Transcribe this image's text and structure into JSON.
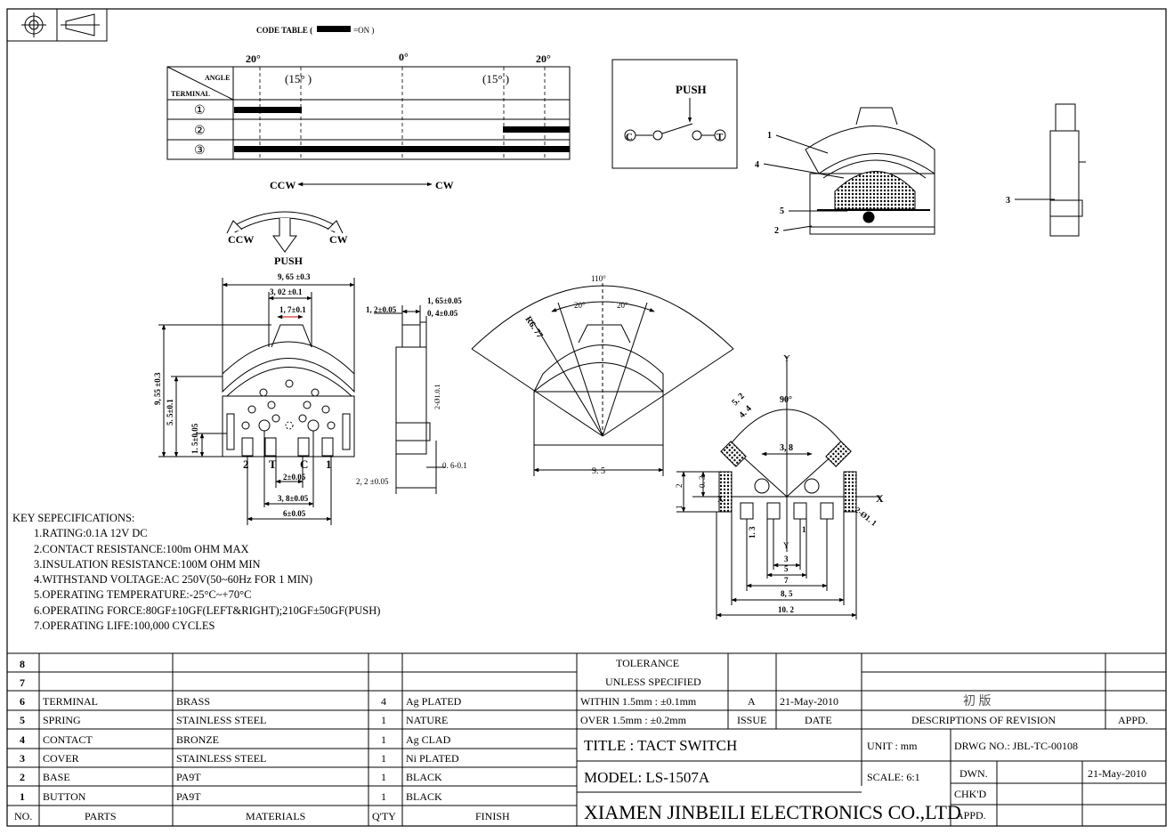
{
  "code_table": {
    "title": "CODE TABLE (",
    "on_label": "=ON  )",
    "angles_top": [
      "20°",
      "0°",
      "20°"
    ],
    "angles_sub": [
      "(15° )",
      "(15° )"
    ],
    "header_angle": "ANGLE",
    "header_terminal": "TERMINAL",
    "terminals": [
      "①",
      "②",
      "③"
    ],
    "direction_ccw": "CCW",
    "direction_cw": "CW"
  },
  "schematic": {
    "push": "PUSH",
    "c": "C",
    "t": "T"
  },
  "actuation": {
    "ccw": "CCW",
    "cw": "CW",
    "push": "PUSH"
  },
  "callouts": [
    "1",
    "4",
    "5",
    "2",
    "3"
  ],
  "front_view": {
    "dim_width": "9, 65 ±0.3",
    "dim_top": "3, 02 ±0.1",
    "dim_knob": "1, 7±0.1",
    "dim_height": "9, 55 ±0.3",
    "dim_mid": "5. 5±0.1",
    "dim_low": "1. 5±0.05",
    "pins": [
      "2",
      "T",
      "C",
      "1"
    ],
    "dim_2": "2±0.05",
    "dim_38": "3, 8±0.05",
    "dim_6": "6±0.05"
  },
  "side_view": {
    "dim_12": "1, 2±0.05",
    "dim_165": "1, 65±0.05",
    "dim_04": "0, 4±0.05",
    "dim_hole": "2-Ø1.0.1",
    "dim_06": "0. 6-0.1",
    "dim_22": "2, 2 ±0.05"
  },
  "angle_view": {
    "a110": "110°",
    "a20l": "20°",
    "a20r": "20°",
    "r": "R6. 77",
    "w": "9. 5"
  },
  "footprint": {
    "y_top": "Y",
    "y_bot": "Y",
    "x_left": "X",
    "x_right": "X",
    "a90": "90°",
    "d52": "5. 2",
    "d44": "4. 4",
    "d38": "3, 8",
    "d2": "2",
    "d03": "0. 3",
    "d1l": "1",
    "d13": "1. 3",
    "d1": "1",
    "d3": "3",
    "d5": "5",
    "d7": "7",
    "d85": "8, 5",
    "d102": "10. 2",
    "hole": "2-Ø1. 1"
  },
  "key_specs": {
    "title": "KEY SEPECIFICATIONS:",
    "items": [
      "1.RATING:0.1A  12V DC",
      "2.CONTACT  RESISTANCE:100m  OHM MAX",
      "3.INSULATION  RESISTANCE:100M  OHM MIN",
      "4.WITHSTAND  VOLTAGE:AC  250V(50~60Hz  FOR 1 MIN)",
      "5.OPERATING  TEMPERATURE:-25°C~+70°C",
      "6.OPERATING  FORCE:80GF±10GF(LEFT&RIGHT);210GF±50GF(PUSH)",
      "7.OPERATING  LIFE:100,000  CYCLES"
    ]
  },
  "bom": {
    "rows": [
      {
        "no": "8",
        "part": "",
        "material": "",
        "qty": "",
        "finish": ""
      },
      {
        "no": "7",
        "part": "",
        "material": "",
        "qty": "",
        "finish": ""
      },
      {
        "no": "6",
        "part": "TERMINAL",
        "material": "BRASS",
        "qty": "4",
        "finish": "Ag PLATED"
      },
      {
        "no": "5",
        "part": "SPRING",
        "material": "STAINLESS STEEL",
        "qty": "1",
        "finish": "NATURE"
      },
      {
        "no": "4",
        "part": "CONTACT",
        "material": "BRONZE",
        "qty": "1",
        "finish": "Ag CLAD"
      },
      {
        "no": "3",
        "part": "COVER",
        "material": "STAINLESS STEEL",
        "qty": "1",
        "finish": "Ni PLATED"
      },
      {
        "no": "2",
        "part": "BASE",
        "material": "PA9T",
        "qty": "1",
        "finish": "BLACK"
      },
      {
        "no": "1",
        "part": "BUTTON",
        "material": "PA9T",
        "qty": "1",
        "finish": "BLACK"
      }
    ],
    "header": {
      "no": "NO.",
      "part": "PARTS",
      "material": "MATERIALS",
      "qty": "Q'TY",
      "finish": "FINISH"
    }
  },
  "title_block": {
    "tolerance": "TOLERANCE",
    "unless": "UNLESS  SPECIFIED",
    "within": "WITHIN 1.5mm : ±0.1mm",
    "over": "OVER  1.5mm : ±0.2mm",
    "issue_val": "A",
    "date_val": "21-May-2010",
    "issue": "ISSUE",
    "date": "DATE",
    "rev_desc": "初  版",
    "desc_of_rev": "DESCRIPTIONS  OF  REVISION",
    "appd": "APPD.",
    "title": "TITLE :  TACT SWITCH",
    "unit": "UNIT :  mm",
    "drwg": "DRWG NO.:  JBL-TC-00108",
    "model": "MODEL:  LS-1507A",
    "scale": "SCALE:  6:1",
    "dwn": "DWN.",
    "dwn_date": "21-May-2010",
    "chkd": "CHK'D",
    "appd2": "APPD.",
    "company": "XIAMEN  JINBEILI  ELECTRONICS  CO.,LTD"
  }
}
